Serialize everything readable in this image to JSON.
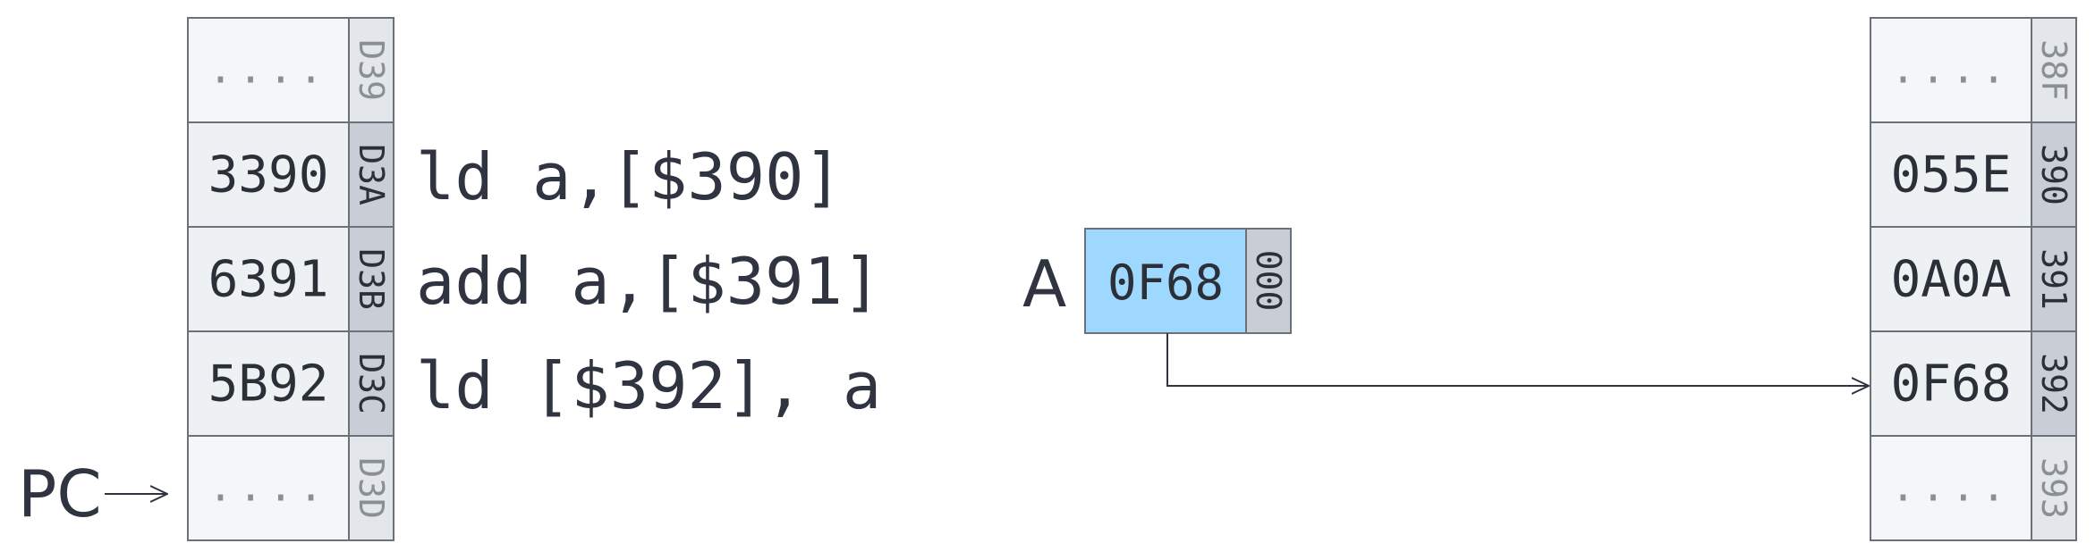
{
  "program_memory": [
    {
      "value": "....",
      "address": "D39",
      "empty": true
    },
    {
      "value": "3390",
      "address": "D3A",
      "empty": false
    },
    {
      "value": "6391",
      "address": "D3B",
      "empty": false
    },
    {
      "value": "5B92",
      "address": "D3C",
      "empty": false
    },
    {
      "value": "....",
      "address": "D3D",
      "empty": true
    }
  ],
  "instructions": [
    "ld a,[$390]",
    "add a,[$391]",
    "ld [$392], a"
  ],
  "pc_label": "PC",
  "register": {
    "name": "A",
    "value": "0F68",
    "address": "000"
  },
  "data_memory": [
    {
      "value": "....",
      "address": "38F",
      "empty": true
    },
    {
      "value": "055E",
      "address": "390",
      "empty": false
    },
    {
      "value": "0A0A",
      "address": "391",
      "empty": false
    },
    {
      "value": "0F68",
      "address": "392",
      "empty": false
    },
    {
      "value": "....",
      "address": "393",
      "empty": true
    }
  ],
  "colors": {
    "cell_fill": "#eef1f4",
    "cell_empty_fill": "#f5f6f8",
    "addr_fill": "#c9ced6",
    "addr_empty_fill": "#e3e6ea",
    "register_fill": "#9fd8ff",
    "stroke": "#6b7079"
  }
}
